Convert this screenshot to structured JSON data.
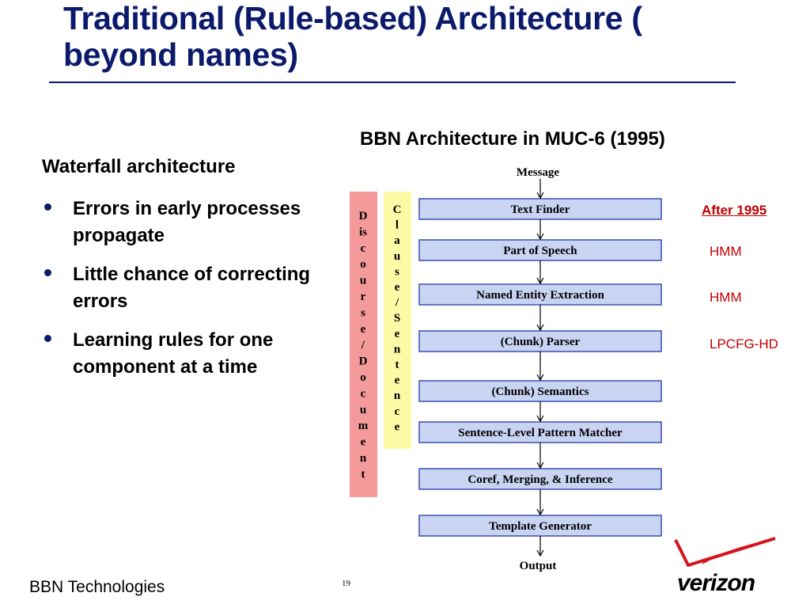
{
  "slide": {
    "title_line1": "Traditional (Rule-based) Architecture   (",
    "title_line2": "beyond names)",
    "left_heading": "Waterfall architecture",
    "bullets": [
      "Errors in early processes propagate",
      "Little chance of correcting errors",
      "Learning rules for one component at a time"
    ],
    "footer_company": "BBN Technologies",
    "page_number": "19",
    "logo_text": "verizon"
  },
  "diagram": {
    "title": "BBN Architecture in MUC-6 (1995)",
    "input_label": "Message",
    "output_label": "Output",
    "stages": [
      "Text Finder",
      "Part of Speech",
      "Named Entity Extraction",
      "(Chunk) Parser",
      "(Chunk) Semantics",
      "Sentence-Level Pattern Matcher",
      "Coref, Merging, & Inference",
      "Template Generator"
    ],
    "discourse_bar": [
      "D",
      "is",
      "c",
      "o",
      "u",
      "r",
      "s",
      "e",
      "/",
      "D",
      "o",
      "c",
      "u",
      "m",
      "e",
      "n",
      "t"
    ],
    "clause_bar": [
      "C",
      "l",
      "a",
      "u",
      "s",
      "e",
      "/",
      "S",
      "e",
      "n",
      "t",
      "e",
      "n",
      "c",
      "e"
    ],
    "after_label": "After 1995",
    "after_models": [
      "HMM",
      "HMM",
      "LPCFG-HD"
    ],
    "colors": {
      "stage_fill": "#c8d4f2",
      "stage_border": "#3a4fb0",
      "discourse_fill": "#f59a9a",
      "clause_fill": "#fdfaa6",
      "accent_red": "#c00000",
      "title_navy": "#0b1a6b"
    }
  }
}
